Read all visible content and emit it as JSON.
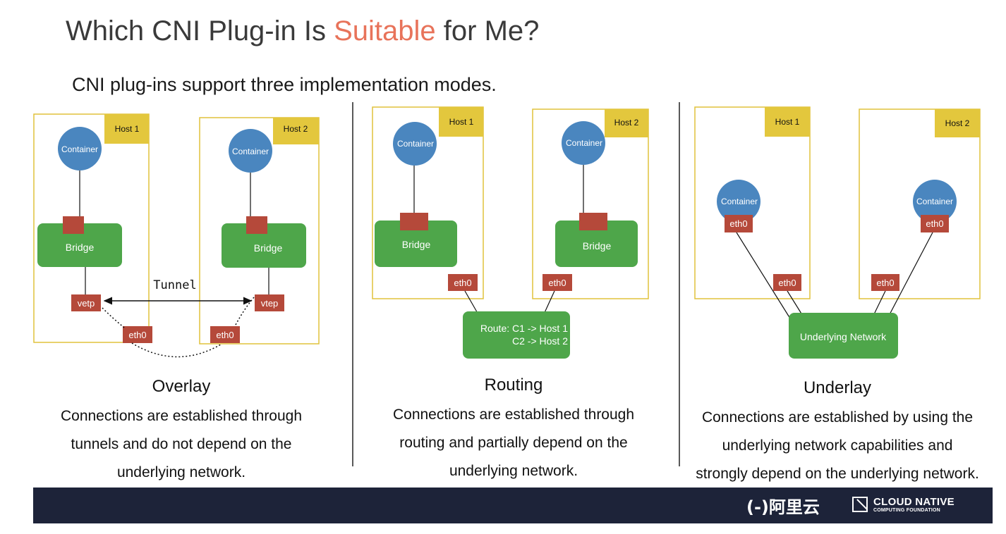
{
  "title": {
    "prefix": "Which CNI Plug-in Is ",
    "accent": "Suitable",
    "suffix": " for Me?"
  },
  "subtitle": "CNI plug-ins support three implementation modes.",
  "labels": {
    "host1": "Host 1",
    "host2": "Host 2",
    "container": "Container",
    "bridge": "Bridge",
    "eth0": "eth0",
    "vetp": "vetp",
    "vtep": "vtep",
    "tunnel": "Tunnel",
    "route_line1": "Route: C1 -> Host 1",
    "route_line2": "C2 -> Host 2",
    "underlying_network": "Underlying Network"
  },
  "modes": [
    {
      "name": "Overlay",
      "desc": [
        "Connections are established through",
        "tunnels and do not depend on the",
        "underlying network."
      ]
    },
    {
      "name": "Routing",
      "desc": [
        "Connections are established through",
        "routing and partially depend on the",
        "underlying network."
      ]
    },
    {
      "name": "Underlay",
      "desc": [
        "Connections are established by using the",
        "underlying network capabilities and",
        "strongly depend on the underlying network."
      ]
    }
  ],
  "footer": {
    "logo_aliyun": "(-)阿里云",
    "logo_cncf_line1": "CLOUD NATIVE",
    "logo_cncf_line2": "COMPUTING FOUNDATION"
  },
  "colors": {
    "title_accent": "#e8735a",
    "host_border": "#e0c23c",
    "host_tag": "#e3c73d",
    "container": "#4a86bf",
    "bridge": "#4ea64a",
    "port": "#b5493a",
    "footer": "#1d2339"
  }
}
